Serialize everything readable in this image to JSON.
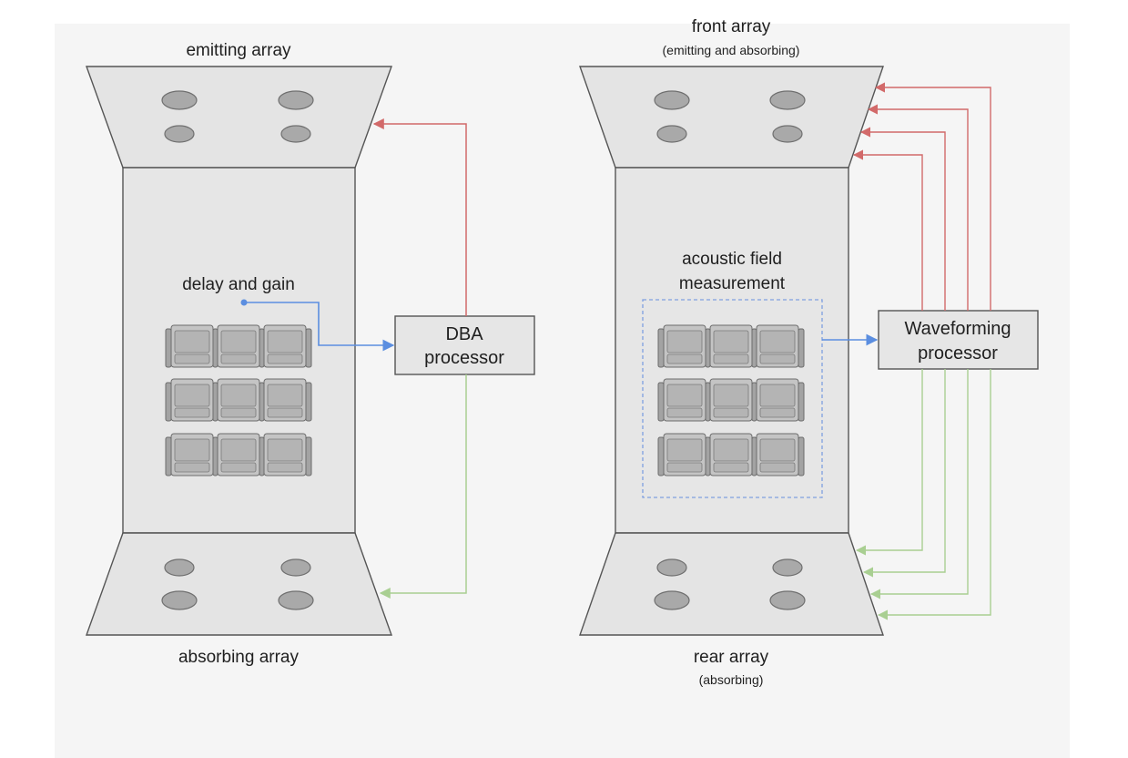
{
  "left_room": {
    "top_label": "emitting array",
    "bottom_label": "absorbing array",
    "signal_label": "delay and gain",
    "processor_line1": "DBA",
    "processor_line2": "processor"
  },
  "right_room": {
    "top_label": "front array",
    "top_sublabel": "(emitting and absorbing)",
    "bottom_label": "rear array",
    "bottom_sublabel": "(absorbing)",
    "measurement_line1": "acoustic field",
    "measurement_line2": "measurement",
    "processor_line1": "Waveforming",
    "processor_line2": "processor"
  },
  "colors": {
    "page_bg": "#f5f5f5",
    "array_fill": "#e4e4e4",
    "speaker_fill": "#a9a9a9",
    "seat_fill": "#b9b9b9",
    "processor_fill": "#e6e6e6",
    "emit_line": "#d26a6a",
    "absorb_line": "#a9cf92",
    "signal_line": "#5b8ee0",
    "measure_box": "#7f9fe0"
  }
}
